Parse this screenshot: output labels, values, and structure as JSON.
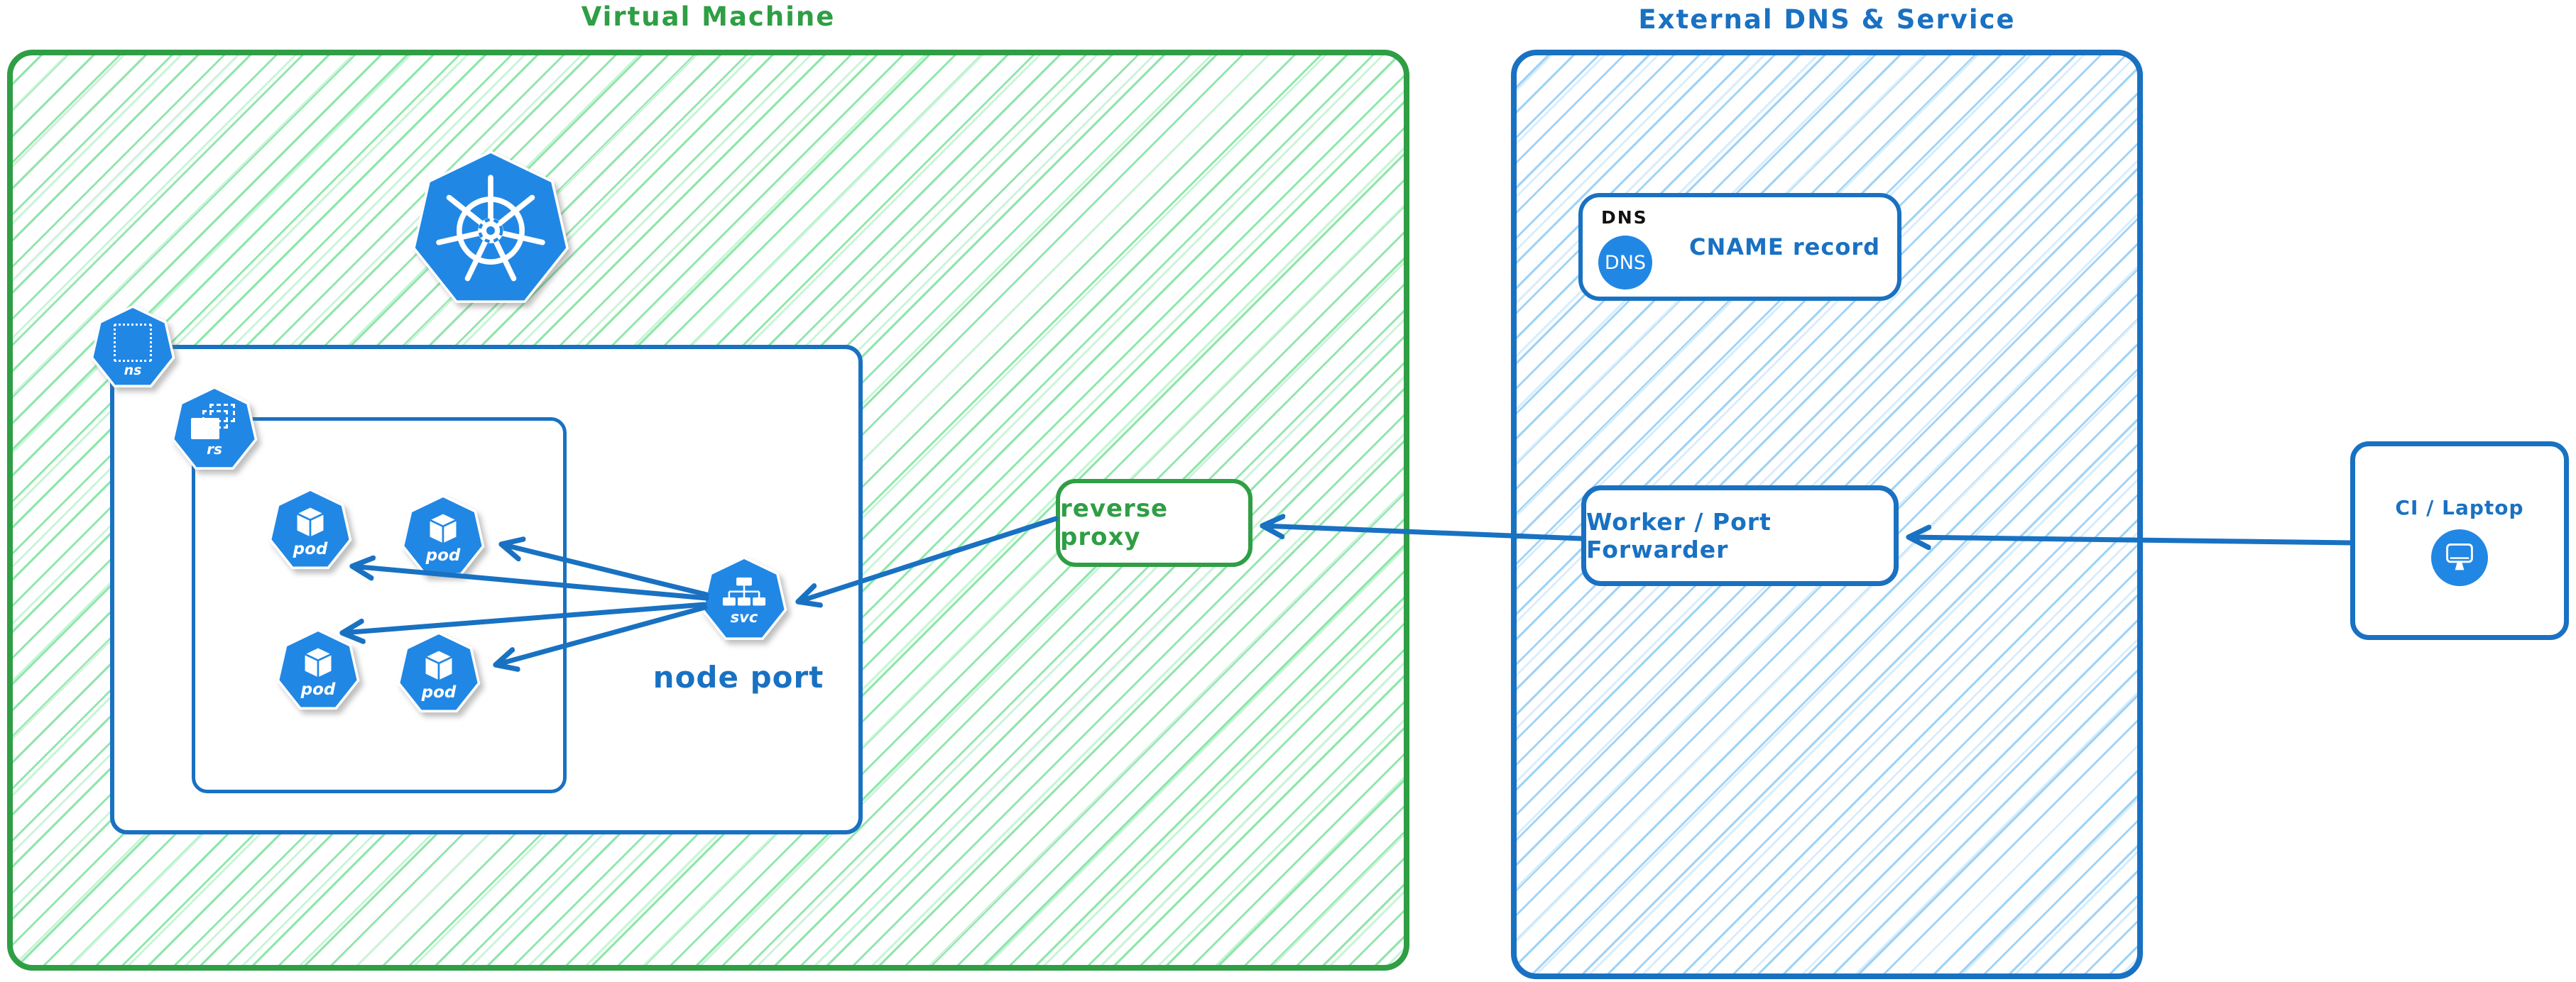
{
  "colors": {
    "green": "#2f9e44",
    "green_hatch": "#8fe6ab",
    "green_hatch2": "#c9f4d7",
    "blue": "#1971c2",
    "blue_hatch": "#9fd3f6",
    "blue_hatch2": "#d8edfc",
    "icon_blue": "#2187e5",
    "icon_label": "#ffffff",
    "dns_tag_color": "#111111"
  },
  "vm": {
    "title": "Virtual Machine",
    "kubernetes_icon": "kubernetes-wheel",
    "namespace": {
      "badge": "ns"
    },
    "replicaset": {
      "badge": "rs"
    },
    "pods": [
      {
        "label": "pod"
      },
      {
        "label": "pod"
      },
      {
        "label": "pod"
      },
      {
        "label": "pod"
      }
    ],
    "service": {
      "badge": "svc",
      "caption": "node port"
    },
    "reverse_proxy": {
      "label": "reverse proxy"
    }
  },
  "external": {
    "title": "External DNS & Service",
    "dns_card": {
      "tag": "DNS",
      "badge": "DNS",
      "label": "CNAME record"
    },
    "worker": {
      "label": "Worker / Port Forwarder"
    }
  },
  "client": {
    "label": "CI / Laptop",
    "icon": "monitor"
  }
}
